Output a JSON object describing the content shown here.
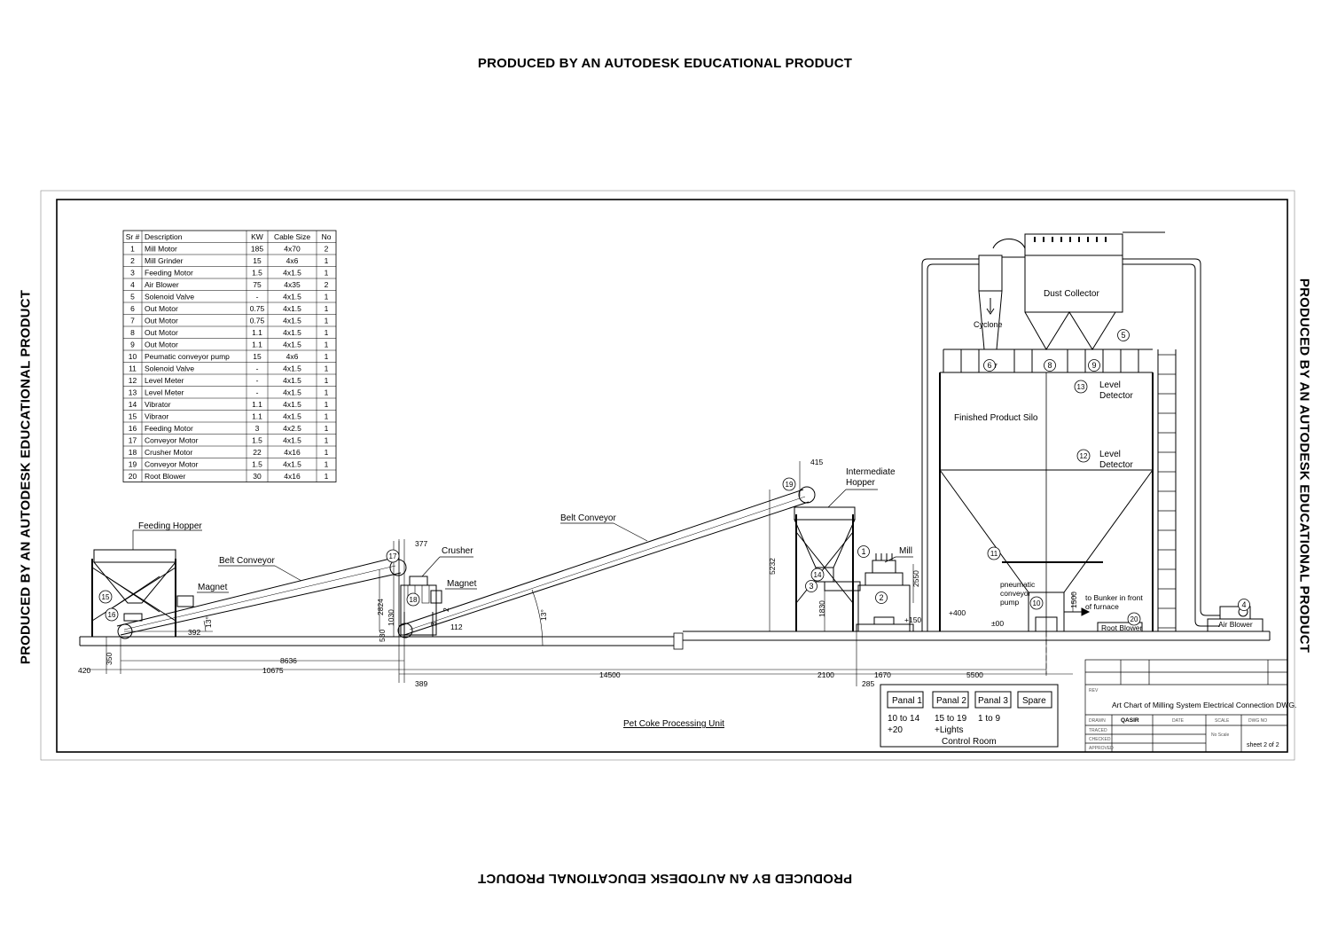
{
  "watermark": "PRODUCED BY AN AUTODESK EDUCATIONAL PRODUCT",
  "table": {
    "headers": [
      "Sr #",
      "Description",
      "KW",
      "Cable Size",
      "No"
    ],
    "rows": [
      [
        "1",
        "Mill Motor",
        "185",
        "4x70",
        "2"
      ],
      [
        "2",
        "Mill Grinder",
        "15",
        "4x6",
        "1"
      ],
      [
        "3",
        "Feeding Motor",
        "1.5",
        "4x1.5",
        "1"
      ],
      [
        "4",
        "Air Blower",
        "75",
        "4x35",
        "2"
      ],
      [
        "5",
        "Solenoid Valve",
        "-",
        "4x1.5",
        "1"
      ],
      [
        "6",
        "Out Motor",
        "0.75",
        "4x1.5",
        "1"
      ],
      [
        "7",
        "Out Motor",
        "0.75",
        "4x1.5",
        "1"
      ],
      [
        "8",
        "Out Motor",
        "1.1",
        "4x1.5",
        "1"
      ],
      [
        "9",
        "Out Motor",
        "1.1",
        "4x1.5",
        "1"
      ],
      [
        "10",
        "Peumatic conveyor pump",
        "15",
        "4x6",
        "1"
      ],
      [
        "11",
        "Solenoid Valve",
        "-",
        "4x1.5",
        "1"
      ],
      [
        "12",
        "Level Meter",
        "-",
        "4x1.5",
        "1"
      ],
      [
        "13",
        "Level Meter",
        "-",
        "4x1.5",
        "1"
      ],
      [
        "14",
        "Vibrator",
        "1.1",
        "4x1.5",
        "1"
      ],
      [
        "15",
        "Vibraor",
        "1.1",
        "4x1.5",
        "1"
      ],
      [
        "16",
        "Feeding Motor",
        "3",
        "4x2.5",
        "1"
      ],
      [
        "17",
        "Conveyor Motor",
        "1.5",
        "4x1.5",
        "1"
      ],
      [
        "18",
        "Crusher Motor",
        "22",
        "4x16",
        "1"
      ],
      [
        "19",
        "Conveyor Motor",
        "1.5",
        "4x1.5",
        "1"
      ],
      [
        "20",
        "Root Blower",
        "30",
        "4x16",
        "1"
      ]
    ]
  },
  "labels": {
    "feeding_hopper": "Feeding Hopper",
    "belt_conveyor_1": "Belt Conveyor",
    "belt_conveyor_2": "Belt Conveyor",
    "magnet_1": "Magnet",
    "magnet_2": "Magnet",
    "crusher": "Crusher",
    "intermediate_hopper_1": "Intermediate",
    "intermediate_hopper_2": "Hopper",
    "mill": "Mill",
    "dust_collector": "Dust Collector",
    "cyclone": "Cyclone",
    "finished_product_silo": "Finished Product Silo",
    "level_detector_a1": "Level",
    "level_detector_a2": "Detector",
    "level_detector_b1": "Level",
    "level_detector_b2": "Detector",
    "pneumatic_1": "pneumatic",
    "pneumatic_2": "conveyor",
    "pneumatic_3": "pump",
    "bunker_1": "to Bunker in front",
    "bunker_2": "of furnace",
    "root_blower": "Root Blower",
    "air_blower": "Air Blower",
    "unit_title": "Pet Coke Processing Unit"
  },
  "markers": [
    "1",
    "2",
    "3",
    "4",
    "5",
    "6",
    "7",
    "8",
    "9",
    "10",
    "11",
    "12",
    "13",
    "14",
    "15",
    "16",
    "17",
    "18",
    "19",
    "20"
  ],
  "dimensions": {
    "d420": "420",
    "d350": "350",
    "d392": "392",
    "d13a": "13°",
    "d8636": "8636",
    "d10675": "10675",
    "d377": "377",
    "d2824": "2824",
    "d530": "530",
    "d1030": "1030",
    "d3": "3",
    "d2": "2",
    "d112": "112",
    "d389": "389",
    "d13b": "13°",
    "d14500": "14500",
    "d415": "415",
    "d5232": "5232",
    "d1830": "1830",
    "d2550": "2550",
    "d2100": "2100",
    "d285": "285",
    "d1670": "1670",
    "d5500": "5500",
    "d150": "+150",
    "d400": "+400",
    "d00": "±00",
    "d1500": "1500"
  },
  "control_room": {
    "panels": [
      "Panal 1",
      "Panal 2",
      "Panal 3",
      "Spare"
    ],
    "p1_line1": "10 to 14",
    "p1_line2": "+20",
    "p2_line1": "15 to 19",
    "p2_line2": "+Lights",
    "p3_line1": "1 to 9",
    "title": "Control Room"
  },
  "title_block": {
    "rev": "REV",
    "drawing_title": "Art Chart of Milling System Electrical Connection DWG.",
    "drawn_label": "DRAWN",
    "drawn_by": "QASIR",
    "date_label": "DATE",
    "scale_label": "SCALE",
    "dwg_no_label": "DWG NO",
    "traced_label": "TRACED",
    "checked_label": "CHECKED",
    "approved_label": "APPROVED",
    "no_scale": "No Scale",
    "sheet": "sheet 2 of 2"
  }
}
